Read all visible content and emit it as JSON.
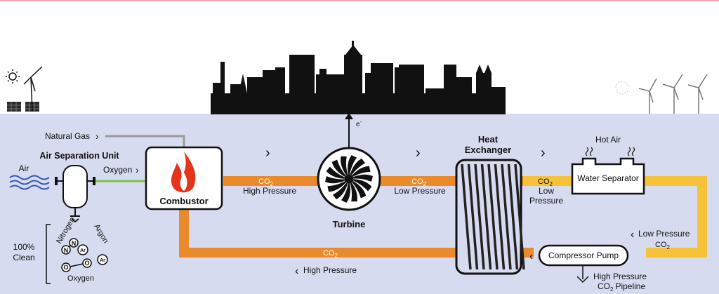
{
  "labels": {
    "natural_gas": "Natural Gas",
    "asu_title": "Air Separation Unit",
    "air": "Air",
    "oxygen_in": "Oxygen",
    "combustor": "Combustor",
    "turbine": "Turbine",
    "electron": "e",
    "electron_sup": "-",
    "heat_exchanger_1": "Heat",
    "heat_exchanger_2": "Exchanger",
    "hot_air": "Hot Air",
    "water_separator": "Water Separator",
    "compressor_pump": "Compressor Pump",
    "pct_100": "100%",
    "clean": "Clean",
    "nitrogen": "Nitrogen",
    "argon": "Argon",
    "oxygen_out": "Oxygen",
    "atom_n": "N",
    "atom_ar": "Ar",
    "atom_o": "O"
  },
  "flows": {
    "co2_main": "CO",
    "co2_sub": "2",
    "high_pressure": "High Pressure",
    "low_pressure": "Low Pressure",
    "low": "Low",
    "pressure": "Pressure",
    "lp_co2_line1": "Low Pressure",
    "hp_pipeline_1": "High Pressure",
    "hp_pipeline_2": "Pipeline"
  },
  "colors": {
    "background": "#d7dbef",
    "flow_orange": "#e98a2c",
    "flow_yellow": "#f6c23a",
    "flame": "#e2351b",
    "oxygen_line": "#7fc04a",
    "gas_line": "#9a9a9a",
    "air_wave": "#3a5bb3",
    "top_rule": "#e9a7b4"
  }
}
